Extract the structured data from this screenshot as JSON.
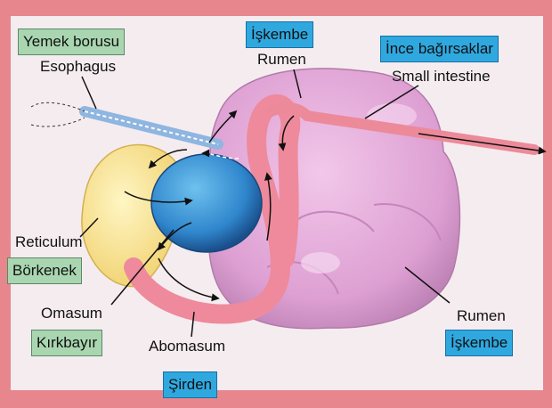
{
  "labels": {
    "esophagus_tr": "Yemek borusu",
    "esophagus_en": "Esophagus",
    "rumen_top_tr": "İşkembe",
    "rumen_top_en": "Rumen",
    "intestine_tr": "İnce bağırsaklar",
    "intestine_en": "Small intestine",
    "reticulum_en": "Reticulum",
    "reticulum_tr": "Börkenek",
    "omasum_en": "Omasum",
    "omasum_tr": "Kırkbayır",
    "abomasum_en": "Abomasum",
    "abomasum_tr": "Şirden",
    "rumen_bottom_en": "Rumen",
    "rumen_bottom_tr": "İşkembe"
  },
  "colors": {
    "frame": "#e8868e",
    "tr_box_green": "#a9d6b0",
    "tr_box_blue": "#2fa8e0",
    "rumen": "#e6a6d8",
    "reticulum": "#f2e38a",
    "omasum": "#2f7fc8",
    "abomasum": "#ef8fa0"
  }
}
